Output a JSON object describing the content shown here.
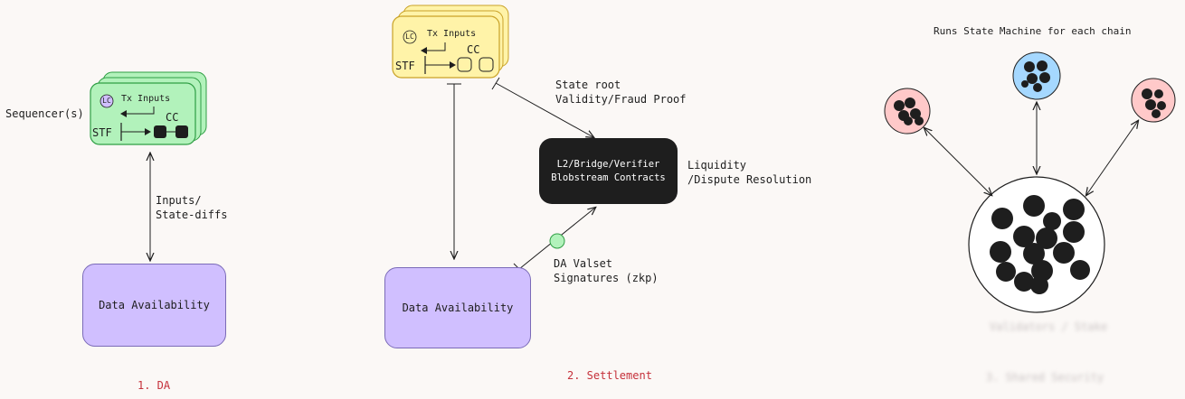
{
  "section1": {
    "sequencer_label": "Sequencer(s)",
    "lc_label": "LC",
    "tx_inputs_label": "Tx Inputs",
    "stf_label": "STF",
    "cc_label": "CC",
    "edge_label_line1": "Inputs/",
    "edge_label_line2": "State-diffs",
    "da_box_label": "Data Availability",
    "caption": "1. DA"
  },
  "section2": {
    "lc_label": "LC",
    "tx_inputs_label": "Tx Inputs",
    "stf_label": "STF",
    "cc_label": "CC",
    "state_root_line1": "State root",
    "state_root_line2": "Validity/Fraud Proof",
    "contracts_line1": "L2/Bridge/Verifier",
    "contracts_line2": "Blobstream Contracts",
    "liquidity_line1": "Liquidity",
    "liquidity_line2": "/Dispute Resolution",
    "valset_line1": "DA Valset",
    "valset_line2": "Signatures (zkp)",
    "da_box_label": "Data Availability",
    "caption": "2. Settlement"
  },
  "section3": {
    "title": "Runs State Machine for each chain",
    "bottom_label": "Validators / Stake",
    "caption": "3. Shared Security"
  },
  "colors": {
    "green_fill": "#b2f2bb",
    "yellow_fill": "#fff3a8",
    "purple_fill": "#d0bfff",
    "blue_fill": "#a5d8ff",
    "pink_fill": "#ffc9c9",
    "caption_red": "#c5303a"
  }
}
